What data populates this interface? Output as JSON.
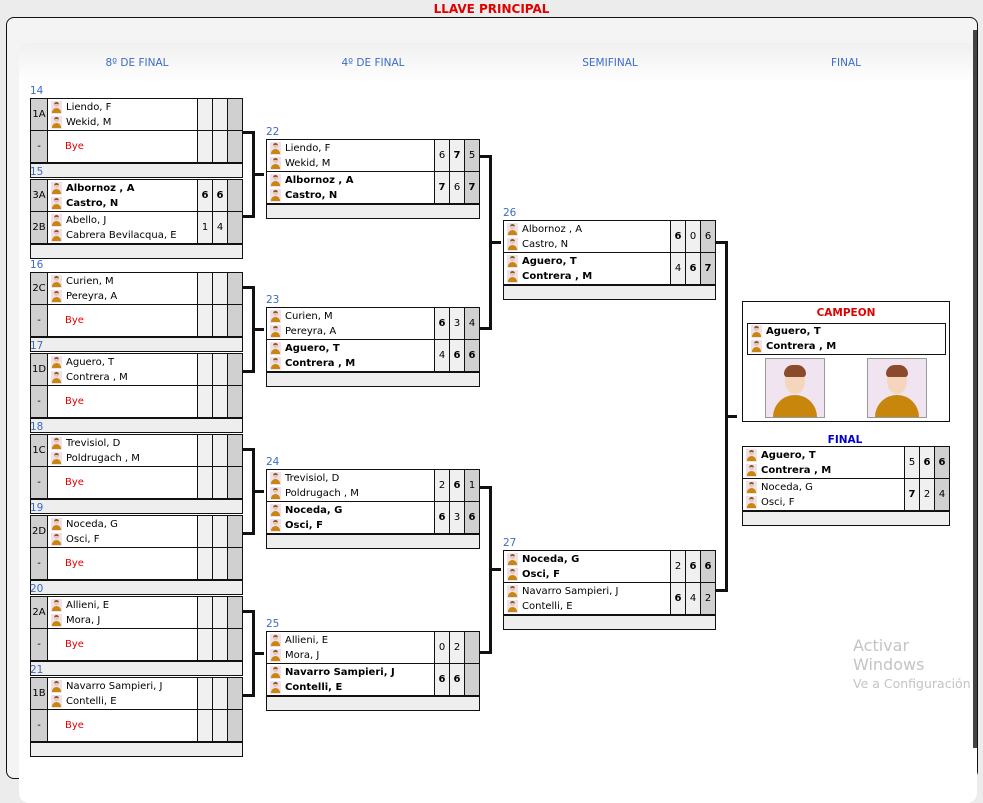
{
  "title": "LLAVE PRINCIPAL",
  "rounds": [
    "8º DE FINAL",
    "4º DE FINAL",
    "SEMIFINAL",
    "FINAL"
  ],
  "round_of_16": [
    {
      "num": "14",
      "teams": [
        {
          "seed": "1A",
          "players": [
            "Liendo, F",
            "Wekid, M"
          ],
          "scores": [
            "",
            "",
            ""
          ],
          "bold_scores": [],
          "winner": false
        },
        {
          "seed": "-",
          "bye": "Bye",
          "scores": [
            "",
            "",
            ""
          ],
          "bold_scores": []
        }
      ]
    },
    {
      "num": "15",
      "teams": [
        {
          "seed": "3A",
          "players": [
            "Albornoz , A",
            "Castro, N"
          ],
          "scores": [
            "6",
            "6",
            ""
          ],
          "bold_scores": [
            0,
            1
          ],
          "winner": true
        },
        {
          "seed": "2B",
          "players": [
            "Abello, J",
            "Cabrera Bevilacqua, E"
          ],
          "scores": [
            "1",
            "4",
            ""
          ],
          "bold_scores": [],
          "winner": false
        }
      ]
    },
    {
      "num": "16",
      "teams": [
        {
          "seed": "2C",
          "players": [
            "Curien, M",
            "Pereyra, A"
          ],
          "scores": [
            "",
            "",
            ""
          ],
          "bold_scores": [],
          "winner": false
        },
        {
          "seed": "-",
          "bye": "Bye",
          "scores": [
            "",
            "",
            ""
          ],
          "bold_scores": []
        }
      ]
    },
    {
      "num": "17",
      "teams": [
        {
          "seed": "1D",
          "players": [
            "Aguero, T",
            "Contrera , M"
          ],
          "scores": [
            "",
            "",
            ""
          ],
          "bold_scores": [],
          "winner": false
        },
        {
          "seed": "-",
          "bye": "Bye",
          "scores": [
            "",
            "",
            ""
          ],
          "bold_scores": []
        }
      ]
    },
    {
      "num": "18",
      "teams": [
        {
          "seed": "1C",
          "players": [
            "Trevisiol, D",
            "Poldrugach , M"
          ],
          "scores": [
            "",
            "",
            ""
          ],
          "bold_scores": [],
          "winner": false
        },
        {
          "seed": "-",
          "bye": "Bye",
          "scores": [
            "",
            "",
            ""
          ],
          "bold_scores": []
        }
      ]
    },
    {
      "num": "19",
      "teams": [
        {
          "seed": "2D",
          "players": [
            "Noceda, G",
            "Osci, F"
          ],
          "scores": [
            "",
            "",
            ""
          ],
          "bold_scores": [],
          "winner": false
        },
        {
          "seed": "-",
          "bye": "Bye",
          "scores": [
            "",
            "",
            ""
          ],
          "bold_scores": []
        }
      ]
    },
    {
      "num": "20",
      "teams": [
        {
          "seed": "2A",
          "players": [
            "Allieni, E",
            "Mora, J"
          ],
          "scores": [
            "",
            "",
            ""
          ],
          "bold_scores": [],
          "winner": false
        },
        {
          "seed": "-",
          "bye": "Bye",
          "scores": [
            "",
            "",
            ""
          ],
          "bold_scores": []
        }
      ]
    },
    {
      "num": "21",
      "teams": [
        {
          "seed": "1B",
          "players": [
            "Navarro Sampieri, J",
            "Contelli, E"
          ],
          "scores": [
            "",
            "",
            ""
          ],
          "bold_scores": [],
          "winner": false
        },
        {
          "seed": "-",
          "bye": "Bye",
          "scores": [
            "",
            "",
            ""
          ],
          "bold_scores": []
        }
      ]
    }
  ],
  "quarterfinals": [
    {
      "num": "22",
      "teams": [
        {
          "players": [
            "Liendo, F",
            "Wekid, M"
          ],
          "scores": [
            "6",
            "7",
            "5"
          ],
          "bold_scores": [
            1
          ],
          "winner": false
        },
        {
          "players": [
            "Albornoz , A",
            "Castro, N"
          ],
          "scores": [
            "7",
            "6",
            "7"
          ],
          "bold_scores": [
            0,
            2
          ],
          "winner": true
        }
      ]
    },
    {
      "num": "23",
      "teams": [
        {
          "players": [
            "Curien, M",
            "Pereyra, A"
          ],
          "scores": [
            "6",
            "3",
            "4"
          ],
          "bold_scores": [
            0
          ],
          "winner": false
        },
        {
          "players": [
            "Aguero, T",
            "Contrera , M"
          ],
          "scores": [
            "4",
            "6",
            "6"
          ],
          "bold_scores": [
            1,
            2
          ],
          "winner": true
        }
      ]
    },
    {
      "num": "24",
      "teams": [
        {
          "players": [
            "Trevisiol, D",
            "Poldrugach , M"
          ],
          "scores": [
            "2",
            "6",
            "1"
          ],
          "bold_scores": [
            1
          ],
          "winner": false
        },
        {
          "players": [
            "Noceda, G",
            "Osci, F"
          ],
          "scores": [
            "6",
            "3",
            "6"
          ],
          "bold_scores": [
            0,
            2
          ],
          "winner": true
        }
      ]
    },
    {
      "num": "25",
      "teams": [
        {
          "players": [
            "Allieni, E",
            "Mora, J"
          ],
          "scores": [
            "0",
            "2",
            ""
          ],
          "bold_scores": [],
          "winner": false
        },
        {
          "players": [
            "Navarro Sampieri, J",
            "Contelli, E"
          ],
          "scores": [
            "6",
            "6",
            ""
          ],
          "bold_scores": [
            0,
            1
          ],
          "winner": true
        }
      ]
    }
  ],
  "semifinals": [
    {
      "num": "26",
      "teams": [
        {
          "players": [
            "Albornoz , A",
            "Castro, N"
          ],
          "scores": [
            "6",
            "0",
            "6"
          ],
          "bold_scores": [
            0
          ],
          "winner": false
        },
        {
          "players": [
            "Aguero, T",
            "Contrera , M"
          ],
          "scores": [
            "4",
            "6",
            "7"
          ],
          "bold_scores": [
            1,
            2
          ],
          "winner": true
        }
      ]
    },
    {
      "num": "27",
      "teams": [
        {
          "players": [
            "Noceda, G",
            "Osci, F"
          ],
          "scores": [
            "2",
            "6",
            "6"
          ],
          "bold_scores": [
            1,
            2
          ],
          "winner": true
        },
        {
          "players": [
            "Navarro Sampieri, J",
            "Contelli, E"
          ],
          "scores": [
            "6",
            "4",
            "2"
          ],
          "bold_scores": [
            0
          ],
          "winner": false
        }
      ]
    }
  ],
  "champion": {
    "title": "CAMPEON",
    "players": [
      "Aguero, T",
      "Contrera , M"
    ]
  },
  "final": {
    "title": "FINAL",
    "teams": [
      {
        "players": [
          "Aguero, T",
          "Contrera , M"
        ],
        "scores": [
          "5",
          "6",
          "6"
        ],
        "bold_scores": [
          1,
          2
        ],
        "winner": true
      },
      {
        "players": [
          "Noceda, G",
          "Osci, F"
        ],
        "scores": [
          "7",
          "2",
          "4"
        ],
        "bold_scores": [
          0
        ],
        "winner": false
      }
    ]
  },
  "watermark": {
    "line1": "Activar Windows",
    "line2": "Ve a Configuración"
  }
}
